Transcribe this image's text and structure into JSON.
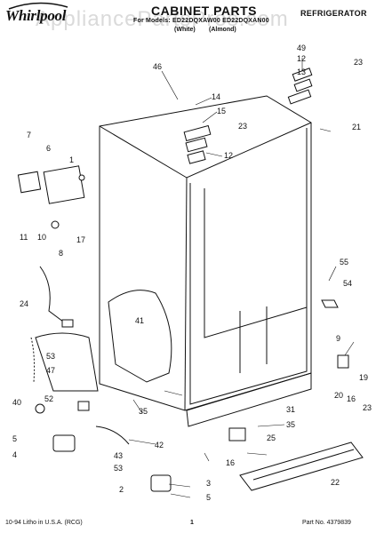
{
  "header": {
    "brand": "Whirlpool",
    "title": "CABINET PARTS",
    "model_line": "For Models: ED22DQXAW00 ED22DQXAN00",
    "color_white": "(White)",
    "color_almond": "(Almond)",
    "category": "REFRIGERATOR"
  },
  "watermark": "AppliancePartsPros.com",
  "callouts": [
    {
      "id": "c7",
      "label": "7"
    },
    {
      "id": "c6",
      "label": "6"
    },
    {
      "id": "c1",
      "label": "1"
    },
    {
      "id": "c11",
      "label": "11"
    },
    {
      "id": "c10",
      "label": "10"
    },
    {
      "id": "c17",
      "label": "17"
    },
    {
      "id": "c8",
      "label": "8"
    },
    {
      "id": "c24",
      "label": "24"
    },
    {
      "id": "c46",
      "label": "46"
    },
    {
      "id": "c14",
      "label": "14"
    },
    {
      "id": "c15",
      "label": "15"
    },
    {
      "id": "c23a",
      "label": "23"
    },
    {
      "id": "c12a",
      "label": "12"
    },
    {
      "id": "c49",
      "label": "49"
    },
    {
      "id": "c12b",
      "label": "12"
    },
    {
      "id": "c13",
      "label": "13"
    },
    {
      "id": "c23b",
      "label": "23"
    },
    {
      "id": "c21",
      "label": "21"
    },
    {
      "id": "c55",
      "label": "55"
    },
    {
      "id": "c54",
      "label": "54"
    },
    {
      "id": "c41",
      "label": "41"
    },
    {
      "id": "c9",
      "label": "9"
    },
    {
      "id": "c20",
      "label": "20"
    },
    {
      "id": "c16a",
      "label": "16"
    },
    {
      "id": "c19",
      "label": "19"
    },
    {
      "id": "c23c",
      "label": "23"
    },
    {
      "id": "c53a",
      "label": "53"
    },
    {
      "id": "c47",
      "label": "47"
    },
    {
      "id": "c52",
      "label": "52"
    },
    {
      "id": "c40",
      "label": "40"
    },
    {
      "id": "c35a",
      "label": "35"
    },
    {
      "id": "c31",
      "label": "31"
    },
    {
      "id": "c5",
      "label": "5"
    },
    {
      "id": "c4",
      "label": "4"
    },
    {
      "id": "c42",
      "label": "42"
    },
    {
      "id": "c43",
      "label": "43"
    },
    {
      "id": "c53b",
      "label": "53"
    },
    {
      "id": "c35b",
      "label": "35"
    },
    {
      "id": "c25",
      "label": "25"
    },
    {
      "id": "c16b",
      "label": "16"
    },
    {
      "id": "c22",
      "label": "22"
    },
    {
      "id": "c2",
      "label": "2"
    },
    {
      "id": "c3",
      "label": "3"
    },
    {
      "id": "c5b",
      "label": "5"
    }
  ],
  "footer": {
    "litho": "10-94 Litho in U.S.A. (RCG)",
    "page": "1",
    "part_no": "Part No. 4379839"
  }
}
